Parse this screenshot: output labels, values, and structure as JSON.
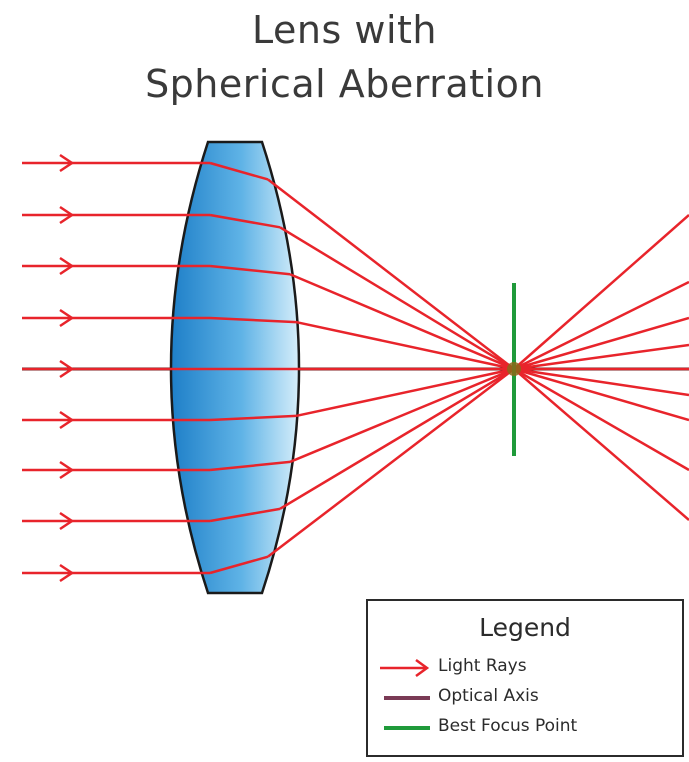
{
  "title": [
    "Lens with",
    "Spherical Aberration"
  ],
  "legend": {
    "title": "Legend",
    "items": [
      {
        "label": "Light Rays",
        "color": "#e8242b",
        "symbol": "arrow-icon"
      },
      {
        "label": "Optical Axis",
        "color": "#7a3a55",
        "symbol": "line-icon"
      },
      {
        "label": "Best Focus Point",
        "color": "#1f9a3a",
        "symbol": "line-icon"
      }
    ]
  },
  "colors": {
    "ray": "#e8242b",
    "axis": "#1a1a1a",
    "focus": "#1f9a3a",
    "lens_light": "#bfe4f7",
    "lens_dark": "#1e7fc8",
    "lens_edge": "#1a1a1a",
    "focus_dot": "#8a6a1a"
  },
  "ray_count": 9
}
